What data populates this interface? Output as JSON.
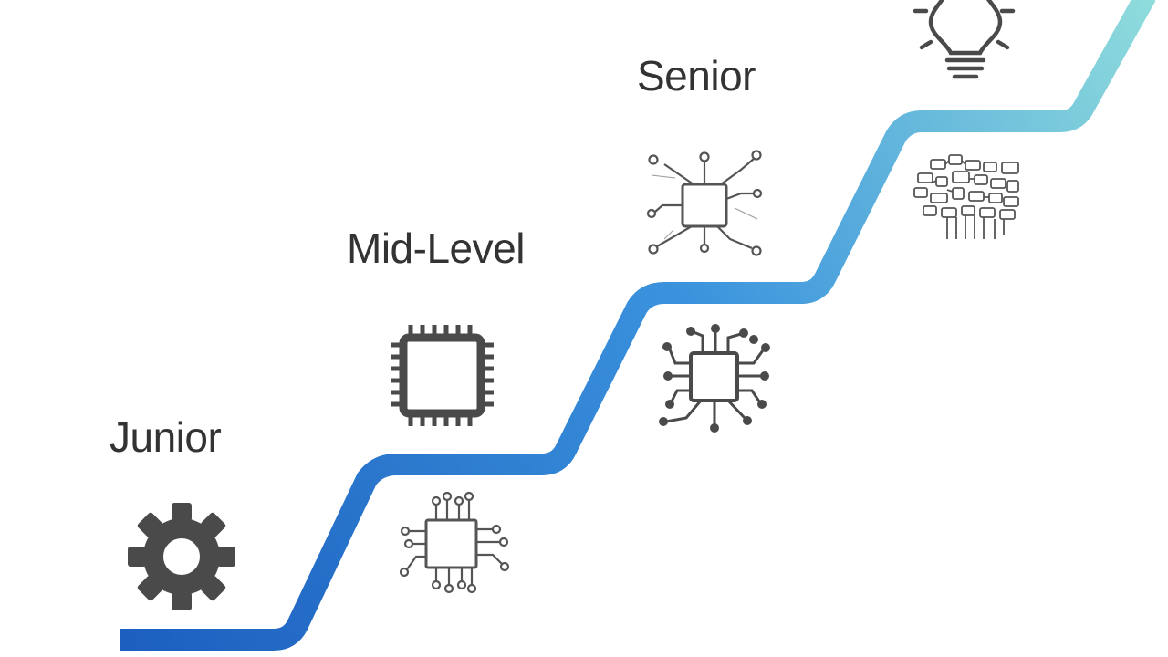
{
  "levels": [
    {
      "id": "junior",
      "label": "Junior",
      "icon": "gear-icon"
    },
    {
      "id": "mid-level",
      "label": "Mid-Level",
      "icon": "cpu-chip-icon"
    },
    {
      "id": "senior",
      "label": "Senior",
      "icon": "circuit-chip-icon"
    },
    {
      "id": "top",
      "label": "",
      "icon": "lightbulb-icon"
    }
  ],
  "secondary_icons": [
    "circuit-chip-icon",
    "circuit-chip-icon",
    "network-blocks-icon"
  ],
  "colors": {
    "path_start": "#1c5fbf",
    "path_mid": "#3b93dd",
    "path_end": "#8fdcdc",
    "icon": "#4a4a4a",
    "label": "#333333",
    "background": "#ffffff"
  }
}
